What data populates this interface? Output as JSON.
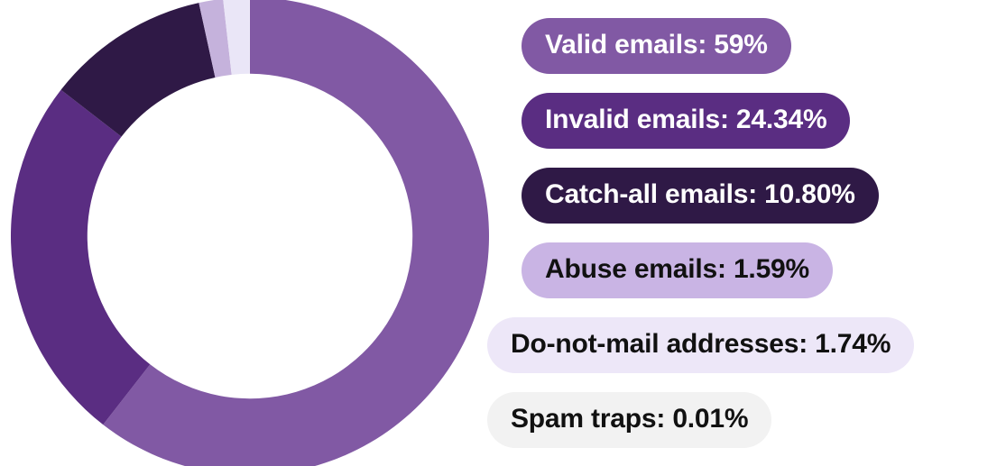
{
  "chart_data": {
    "type": "pie",
    "variant": "donut",
    "title": "",
    "subtitle": "",
    "xlabel": "",
    "ylabel": "",
    "grid": false,
    "legend_position": "right",
    "start_angle_deg": 0,
    "direction": "clockwise",
    "inner_radius_ratio": 0.68,
    "categories": [
      "Valid emails",
      "Invalid emails",
      "Catch-all emails",
      "Abuse emails",
      "Do-not-mail addresses",
      "Spam traps"
    ],
    "values": [
      59,
      24.34,
      10.8,
      1.59,
      1.74,
      0.01
    ],
    "value_labels": [
      "59%",
      "24.34%",
      "10.80%",
      "1.59%",
      "1.74%",
      "0.01%"
    ],
    "colors": [
      "#8159A4",
      "#5A2D82",
      "#2F1946",
      "#C5B2DC",
      "#EAE6F7",
      "#FBFBFD"
    ],
    "slices": [
      {
        "label": "Valid emails",
        "value": 59,
        "value_label": "59%",
        "color": "#8159A4"
      },
      {
        "label": "Invalid emails",
        "value": 24.34,
        "value_label": "24.34%",
        "color": "#5A2D82"
      },
      {
        "label": "Catch-all emails",
        "value": 10.8,
        "value_label": "10.80%",
        "color": "#2F1946"
      },
      {
        "label": "Abuse emails",
        "value": 1.59,
        "value_label": "1.59%",
        "color": "#C5B2DC"
      },
      {
        "label": "Do-not-mail addresses",
        "value": 1.74,
        "value_label": "1.74%",
        "color": "#EAE6F7"
      },
      {
        "label": "Spam traps",
        "value": 0.01,
        "value_label": "0.01%",
        "color": "#FBFBFD"
      }
    ]
  },
  "legend": {
    "items": [
      {
        "text": "Valid emails: 59%",
        "bg": "#8159A4",
        "fg": "#FFFFFF"
      },
      {
        "text": "Invalid emails: 24.34%",
        "bg": "#5A2D82",
        "fg": "#FFFFFF"
      },
      {
        "text": "Catch-all emails: 10.80%",
        "bg": "#2F1946",
        "fg": "#FFFFFF"
      },
      {
        "text": "Abuse emails: 1.59%",
        "bg": "#C9B4E4",
        "fg": "#111111"
      },
      {
        "text": "Do-not-mail addresses: 1.74%",
        "bg": "#EDE7F8",
        "fg": "#111111"
      },
      {
        "text": "Spam traps: 0.01%",
        "bg": "#F2F2F2",
        "fg": "#111111"
      }
    ]
  }
}
